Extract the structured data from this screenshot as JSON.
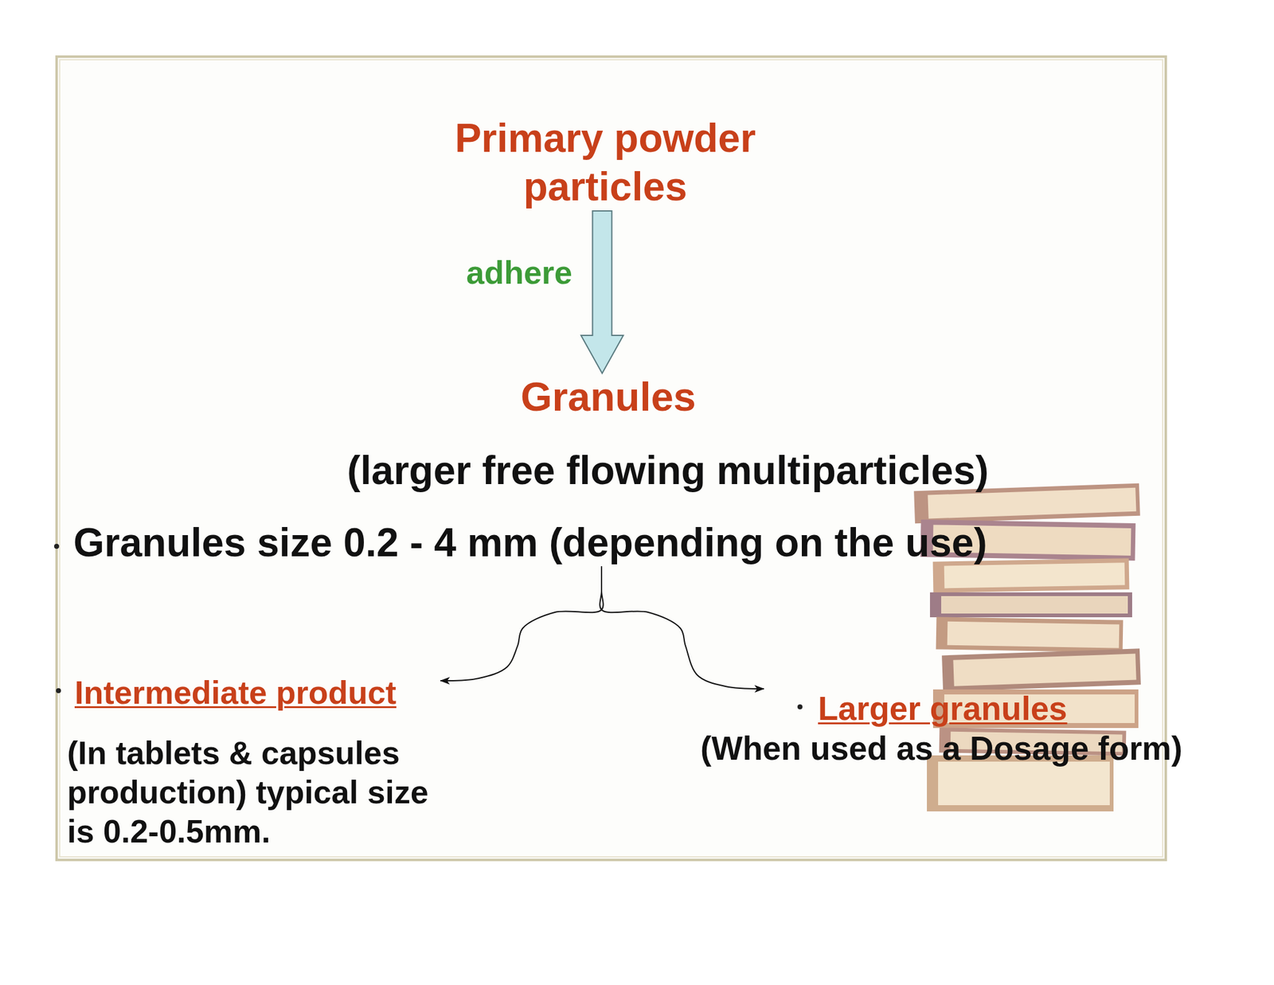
{
  "diagram": {
    "nodes": [
      {
        "text": [
          "Primary powder particles"
        ]
      },
      {
        "text": [
          "Granules",
          "(larger free flowing multiparticles)"
        ]
      },
      {
        "text": [
          "Granules size 0.2 - 4 mm (depending on the use)"
        ]
      },
      {
        "text": [
          "Intermediate product",
          "(In tablets & capsules production) typical size is 0.2-0.5mm."
        ]
      },
      {
        "text": [
          "Larger granules",
          "(When used as a Dosage form)"
        ]
      }
    ],
    "edges": [
      {
        "from": 0,
        "to": 1,
        "arrow": "to",
        "label": "adhere"
      },
      {
        "from": 2,
        "to": 3,
        "arrow": "to"
      },
      {
        "from": 2,
        "to": 4,
        "arrow": "to"
      }
    ]
  }
}
